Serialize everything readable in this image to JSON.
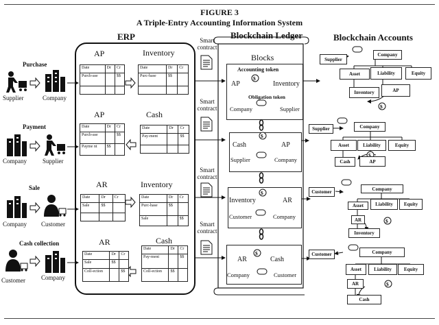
{
  "figure": {
    "number": "FIGURE 3",
    "title": "A Triple-Entry Accounting Information System"
  },
  "sections": {
    "erp": "ERP",
    "ledger": "Blockchain Ledger",
    "accounts": "Blockchain Accounts"
  },
  "rows": [
    {
      "label": "Purchase",
      "left_party": "Supplier",
      "right_party": "Company"
    },
    {
      "label": "Payment",
      "left_party": "Company",
      "right_party": "Supplier"
    },
    {
      "label": "Sale",
      "left_party": "Company",
      "right_party": "Customer"
    },
    {
      "label": "Cash collection",
      "left_party": "Customer",
      "right_party": "Company"
    }
  ],
  "smart_contract": [
    "Smart contract",
    "Smart contract",
    "Smart contract",
    "Smart contract"
  ],
  "ledger_cols": {
    "date": "Date",
    "dr": "Dr",
    "cr": "Cr"
  },
  "erp": [
    {
      "left_title": "AP",
      "right_title": "Inventory",
      "left_rows": [
        {
          "t": "Purch-ase",
          "dr": "",
          "cr": "$$"
        },
        {
          "t": "",
          "dr": "",
          "cr": ""
        }
      ],
      "right_rows": [
        {
          "t": "Purc-hase",
          "dr": "$$",
          "cr": ""
        },
        {
          "t": "",
          "dr": "",
          "cr": ""
        }
      ]
    },
    {
      "left_title": "AP",
      "right_title": "Cash",
      "left_rows": [
        {
          "t": "Purch-ase",
          "dr": "",
          "cr": "$$"
        },
        {
          "t": "Payme nt",
          "dr": "$$",
          "cr": ""
        }
      ],
      "right_rows": [
        {
          "t": "Pay-ment",
          "dr": "",
          "cr": "$$"
        },
        {
          "t": "",
          "dr": "",
          "cr": ""
        }
      ]
    },
    {
      "left_title": "AR",
      "right_title": "Inventory",
      "left_rows": [
        {
          "t": "Sale",
          "dr": "$$",
          "cr": ""
        },
        {
          "t": "",
          "dr": "",
          "cr": ""
        }
      ],
      "right_rows": [
        {
          "t": "Purc-hase",
          "dr": "$$",
          "cr": ""
        },
        {
          "t": "Sale",
          "dr": "",
          "cr": "$$"
        }
      ]
    },
    {
      "left_title": "AR",
      "right_title": "Cash",
      "left_rows": [
        {
          "t": "Sale",
          "dr": "$$",
          "cr": ""
        },
        {
          "t": "Coll-ection",
          "dr": "",
          "cr": "$$"
        }
      ],
      "right_rows": [
        {
          "t": "Pay-ment",
          "dr": "",
          "cr": "$$"
        },
        {
          "t": "Coll-ection",
          "dr": "$$",
          "cr": ""
        }
      ]
    }
  ],
  "blocks_title": "Blocks",
  "blocks": [
    {
      "token1_label": "Accounting token",
      "from1": "AP",
      "to1": "Inventory",
      "token2_label": "Obligation token",
      "from2": "Company",
      "to2": "Supplier"
    },
    {
      "token1_label": "",
      "from1": "Cash",
      "to1": "AP",
      "token2_label": "",
      "from2": "Supplier",
      "to2": "Company"
    },
    {
      "token1_label": "",
      "from1": "Inventory",
      "to1": "AR",
      "token2_label": "",
      "from2": "Customer",
      "to2": "Company"
    },
    {
      "token1_label": "",
      "from1": "AR",
      "to1": "Cash",
      "token2_label": "",
      "from2": "Company",
      "to2": "Customer"
    }
  ],
  "acct_trees": [
    {
      "party": "Supplier",
      "root": "Company",
      "branches": [
        "Asset",
        "Liability",
        "Equity"
      ],
      "sub": [
        "Inventory",
        "AP"
      ]
    },
    {
      "party": "Supplier",
      "root": "Company",
      "branches": [
        "Asset",
        "Liability",
        "Equity"
      ],
      "sub": [
        "Cash",
        "AP"
      ]
    },
    {
      "party": "Customer",
      "root": "Company",
      "branches": [
        "Asset",
        "Liability",
        "Equity"
      ],
      "sub": [
        "AR",
        "Inventory"
      ]
    },
    {
      "party": "Customer",
      "root": "Company",
      "branches": [
        "Asset",
        "Liability",
        "Equity"
      ],
      "sub": [
        "AR",
        "Cash"
      ]
    }
  ],
  "token_symbol": "$"
}
